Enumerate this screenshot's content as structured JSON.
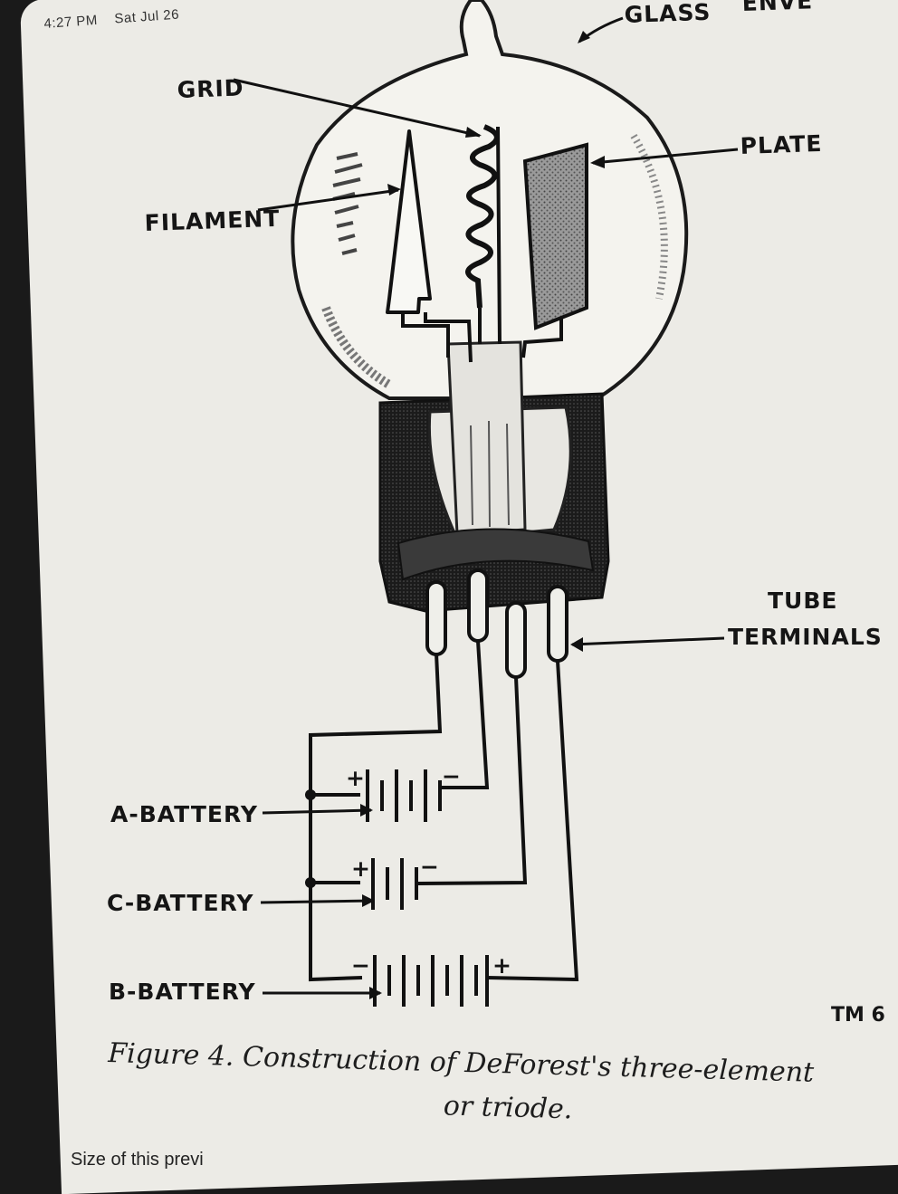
{
  "status_bar": {
    "time": "4:27 PM",
    "date": "Sat Jul 26"
  },
  "labels": {
    "glass": "GLASS",
    "glass_rest": "ENVE",
    "grid": "GRID",
    "plate": "PLATE",
    "filament": "FILAMENT",
    "tube": "TUBE",
    "terminals": "TERMINALS",
    "a_battery": "A-BATTERY",
    "c_battery": "C-BATTERY",
    "b_battery": "B-BATTERY",
    "tm": "TM 6",
    "plus": "+",
    "minus": "−"
  },
  "caption": {
    "line1": "Figure 4. Construction of DeForest's three-element",
    "line2": "or triode."
  },
  "footer": {
    "text": "Size of this previ"
  }
}
